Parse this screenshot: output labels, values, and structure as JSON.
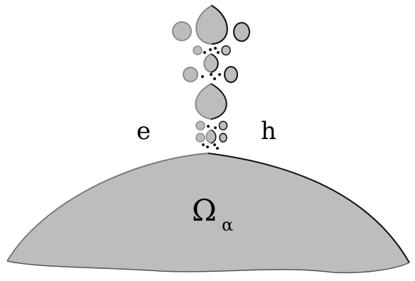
{
  "labels": {
    "left": "e",
    "right": "h",
    "domain_symbol": "Ω",
    "domain_subscript": "α"
  },
  "colors": {
    "fill": "#bdbdbd",
    "stroke_left": "#7a7a7a",
    "stroke_right": "#111111",
    "dot": "#111111"
  }
}
